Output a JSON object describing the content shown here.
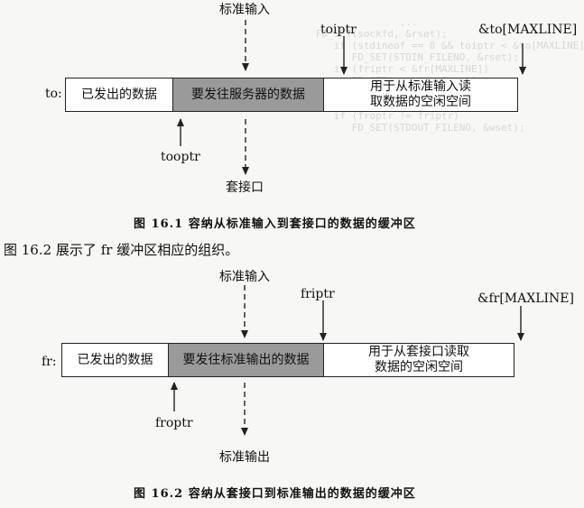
{
  "figure1": {
    "top_label": "标准输入",
    "ptr_label": "toiptr",
    "end_label": "&to[MAXLINE]",
    "row_label": "to:",
    "segments": [
      "已发出的数据",
      "要发往服务器的数据",
      "用于从标准输入读\n取数据的空闲空间"
    ],
    "out_ptr_label": "tooptr",
    "bottom_label": "套接口",
    "caption": "图 16.1   容纳从标准输入到套接口的数据的缓冲区"
  },
  "paragraph": "图 16.2 展示了 fr 缓冲区相应的组织。",
  "figure2": {
    "top_label": "标准输入",
    "ptr_label": "friptr",
    "end_label": "&fr[MAXLINE]",
    "row_label": "fr:",
    "segments": [
      "已发出的数据",
      "要发往标准输出的数据",
      "用于从套接口读取\n数据的空闲空间"
    ],
    "out_ptr_label": "froptr",
    "bottom_label": "标准输出",
    "caption": "图 16.2   容纳从套接口到标准输出的数据的缓冲区"
  },
  "colors": {
    "sent": "#ffffff",
    "pending": "#9a9a9a",
    "free": "#ffffff",
    "line": "#222222"
  }
}
